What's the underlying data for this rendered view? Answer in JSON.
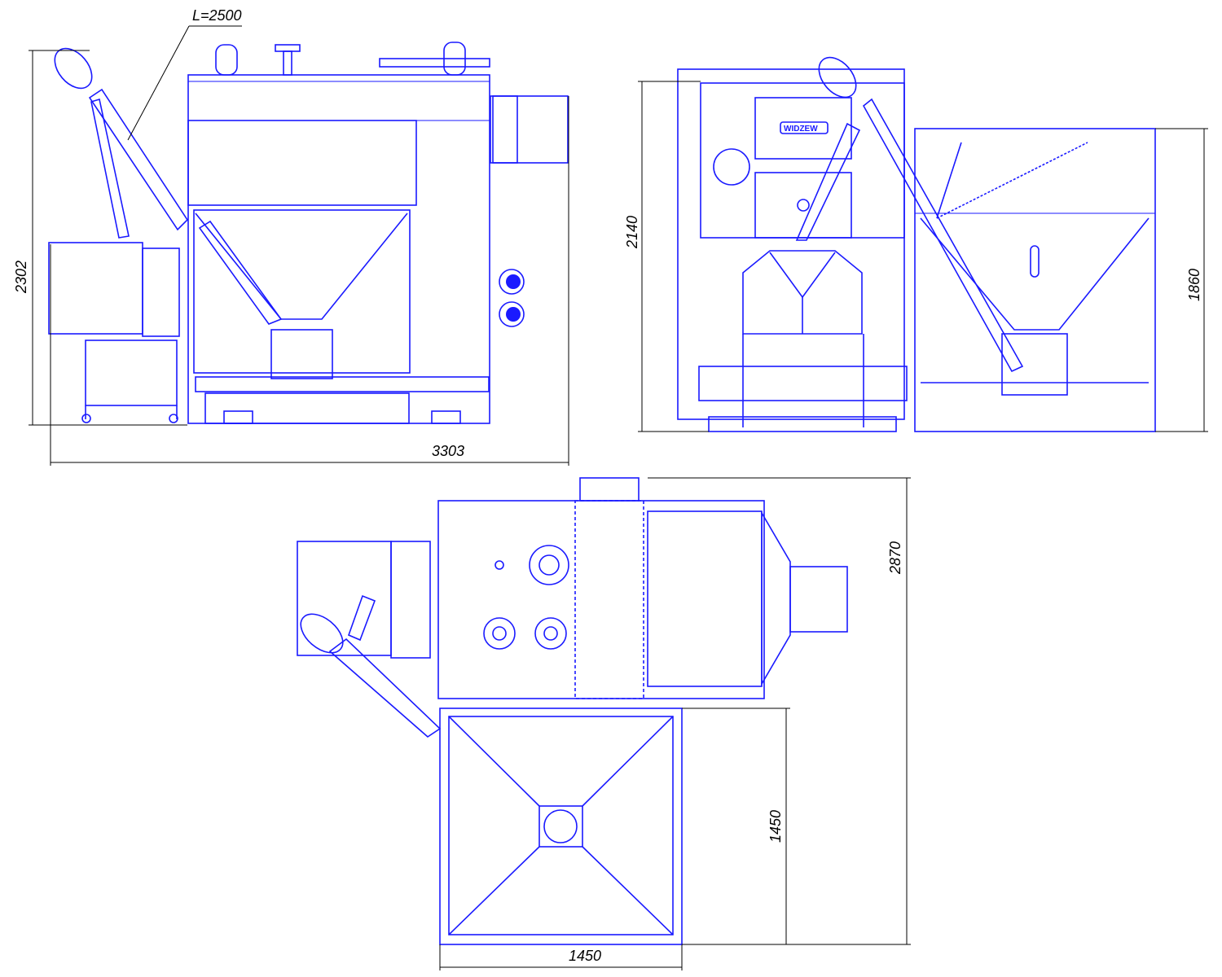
{
  "drawing": {
    "title": "Boiler with pellet feeder - general dimensions",
    "color": "#1a1aff",
    "side_view": {
      "auger_length": "L=2500",
      "height": "2302",
      "length": "3303"
    },
    "front_view": {
      "boiler_height": "2140",
      "hopper_height": "1860",
      "brand_label": "WIDZEW"
    },
    "top_view": {
      "total_depth": "2870",
      "hopper_depth": "1450",
      "hopper_width": "1450"
    }
  }
}
